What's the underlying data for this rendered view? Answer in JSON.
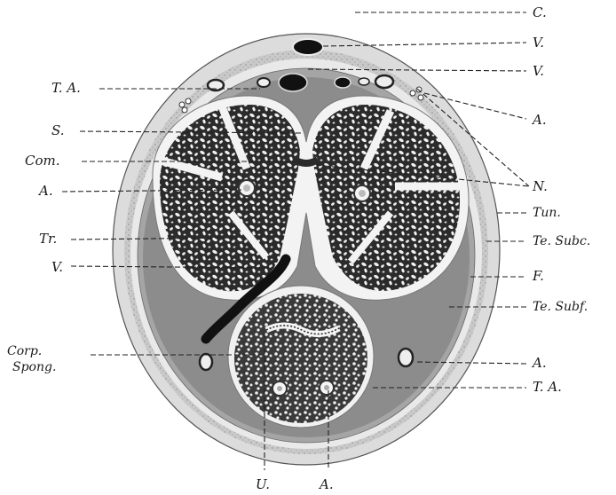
{
  "labels": {
    "c": "C.",
    "v_top": "V.",
    "v_second": "V.",
    "a_right_upper": "A.",
    "n": "N.",
    "tun": "Tun.",
    "te_subc": "Te. Subc.",
    "f": "F.",
    "te_subf": "Te. Subf.",
    "a_right_lower": "A.",
    "ta_right": "T. A.",
    "ta_left": "T. A.",
    "s": "S.",
    "com": "Com.",
    "a_left": "A.",
    "tr": "Tr.",
    "v_left": "V.",
    "corp": "Corp.",
    "spong": "Spong.",
    "u_bottom": "U.",
    "a_bottom": "A."
  },
  "colors": {
    "skin": "#d9d9d9",
    "dartos": "#c2c2c2",
    "subcutaneous": "#ececec",
    "fascia": "#9a9a9a",
    "subfascial": "#7e7e7e",
    "tunica": "#f4f4f4",
    "spongy_tissue": "#2e2e2e",
    "vessel_dark": "#111111"
  }
}
